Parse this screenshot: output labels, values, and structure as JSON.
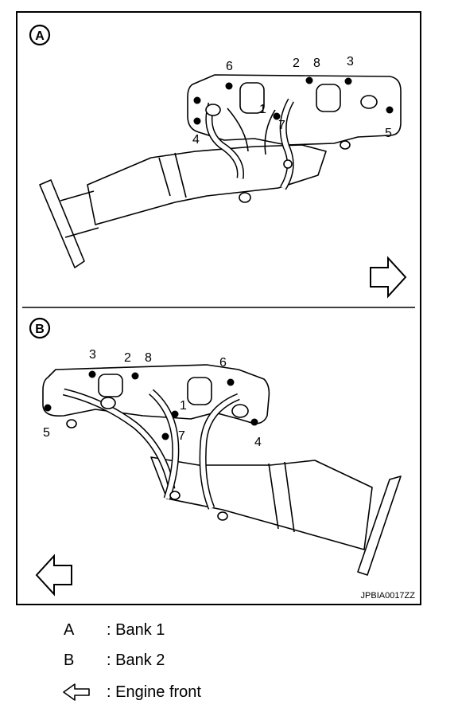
{
  "figure": {
    "panels": [
      {
        "badge": "A",
        "bolt_labels": [
          "6",
          "2",
          "8",
          "3",
          "1",
          "7",
          "4",
          "5"
        ]
      },
      {
        "badge": "B",
        "bolt_labels": [
          "3",
          "2",
          "8",
          "6",
          "1",
          "7",
          "5",
          "4"
        ]
      }
    ],
    "figure_code": "JPBIA0017ZZ"
  },
  "legend": [
    {
      "key": "A",
      "label": ": Bank 1"
    },
    {
      "key": "B",
      "label": ": Bank 2"
    },
    {
      "key": "arrow-icon",
      "label": ": Engine front"
    }
  ],
  "colors": {
    "line": "#000000",
    "background": "#ffffff"
  }
}
